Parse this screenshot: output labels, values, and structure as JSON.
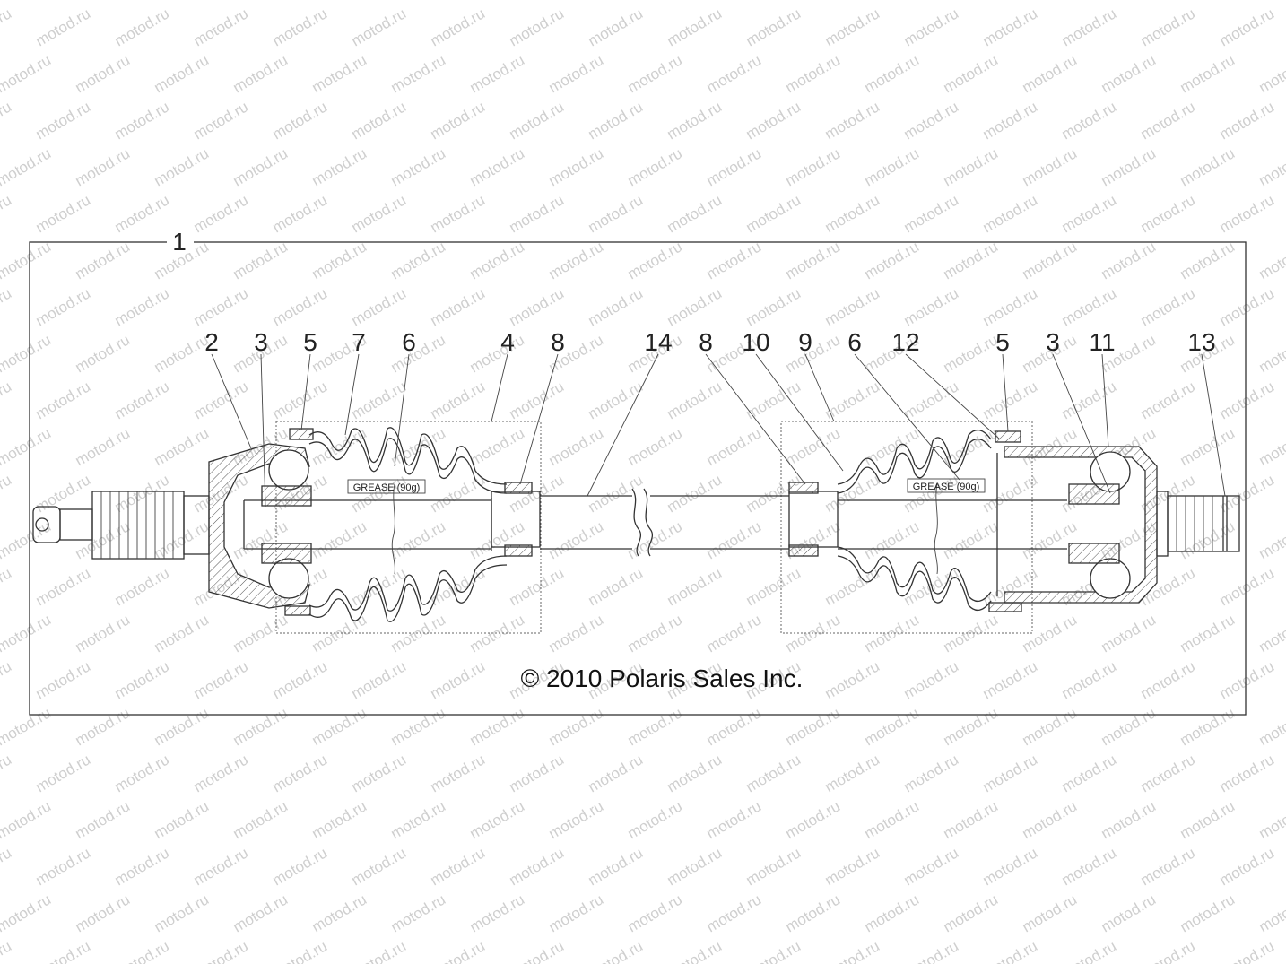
{
  "diagram": {
    "assembly_callout": "1",
    "callouts": [
      "2",
      "3",
      "5",
      "7",
      "6",
      "4",
      "8",
      "14",
      "8",
      "10",
      "9",
      "6",
      "12",
      "5",
      "3",
      "11",
      "13"
    ],
    "grease_labels": [
      "GREASE (90g)",
      "GREASE (90g)"
    ],
    "copyright": "© 2010 Polaris Sales Inc.",
    "watermark": "motod.ru"
  }
}
